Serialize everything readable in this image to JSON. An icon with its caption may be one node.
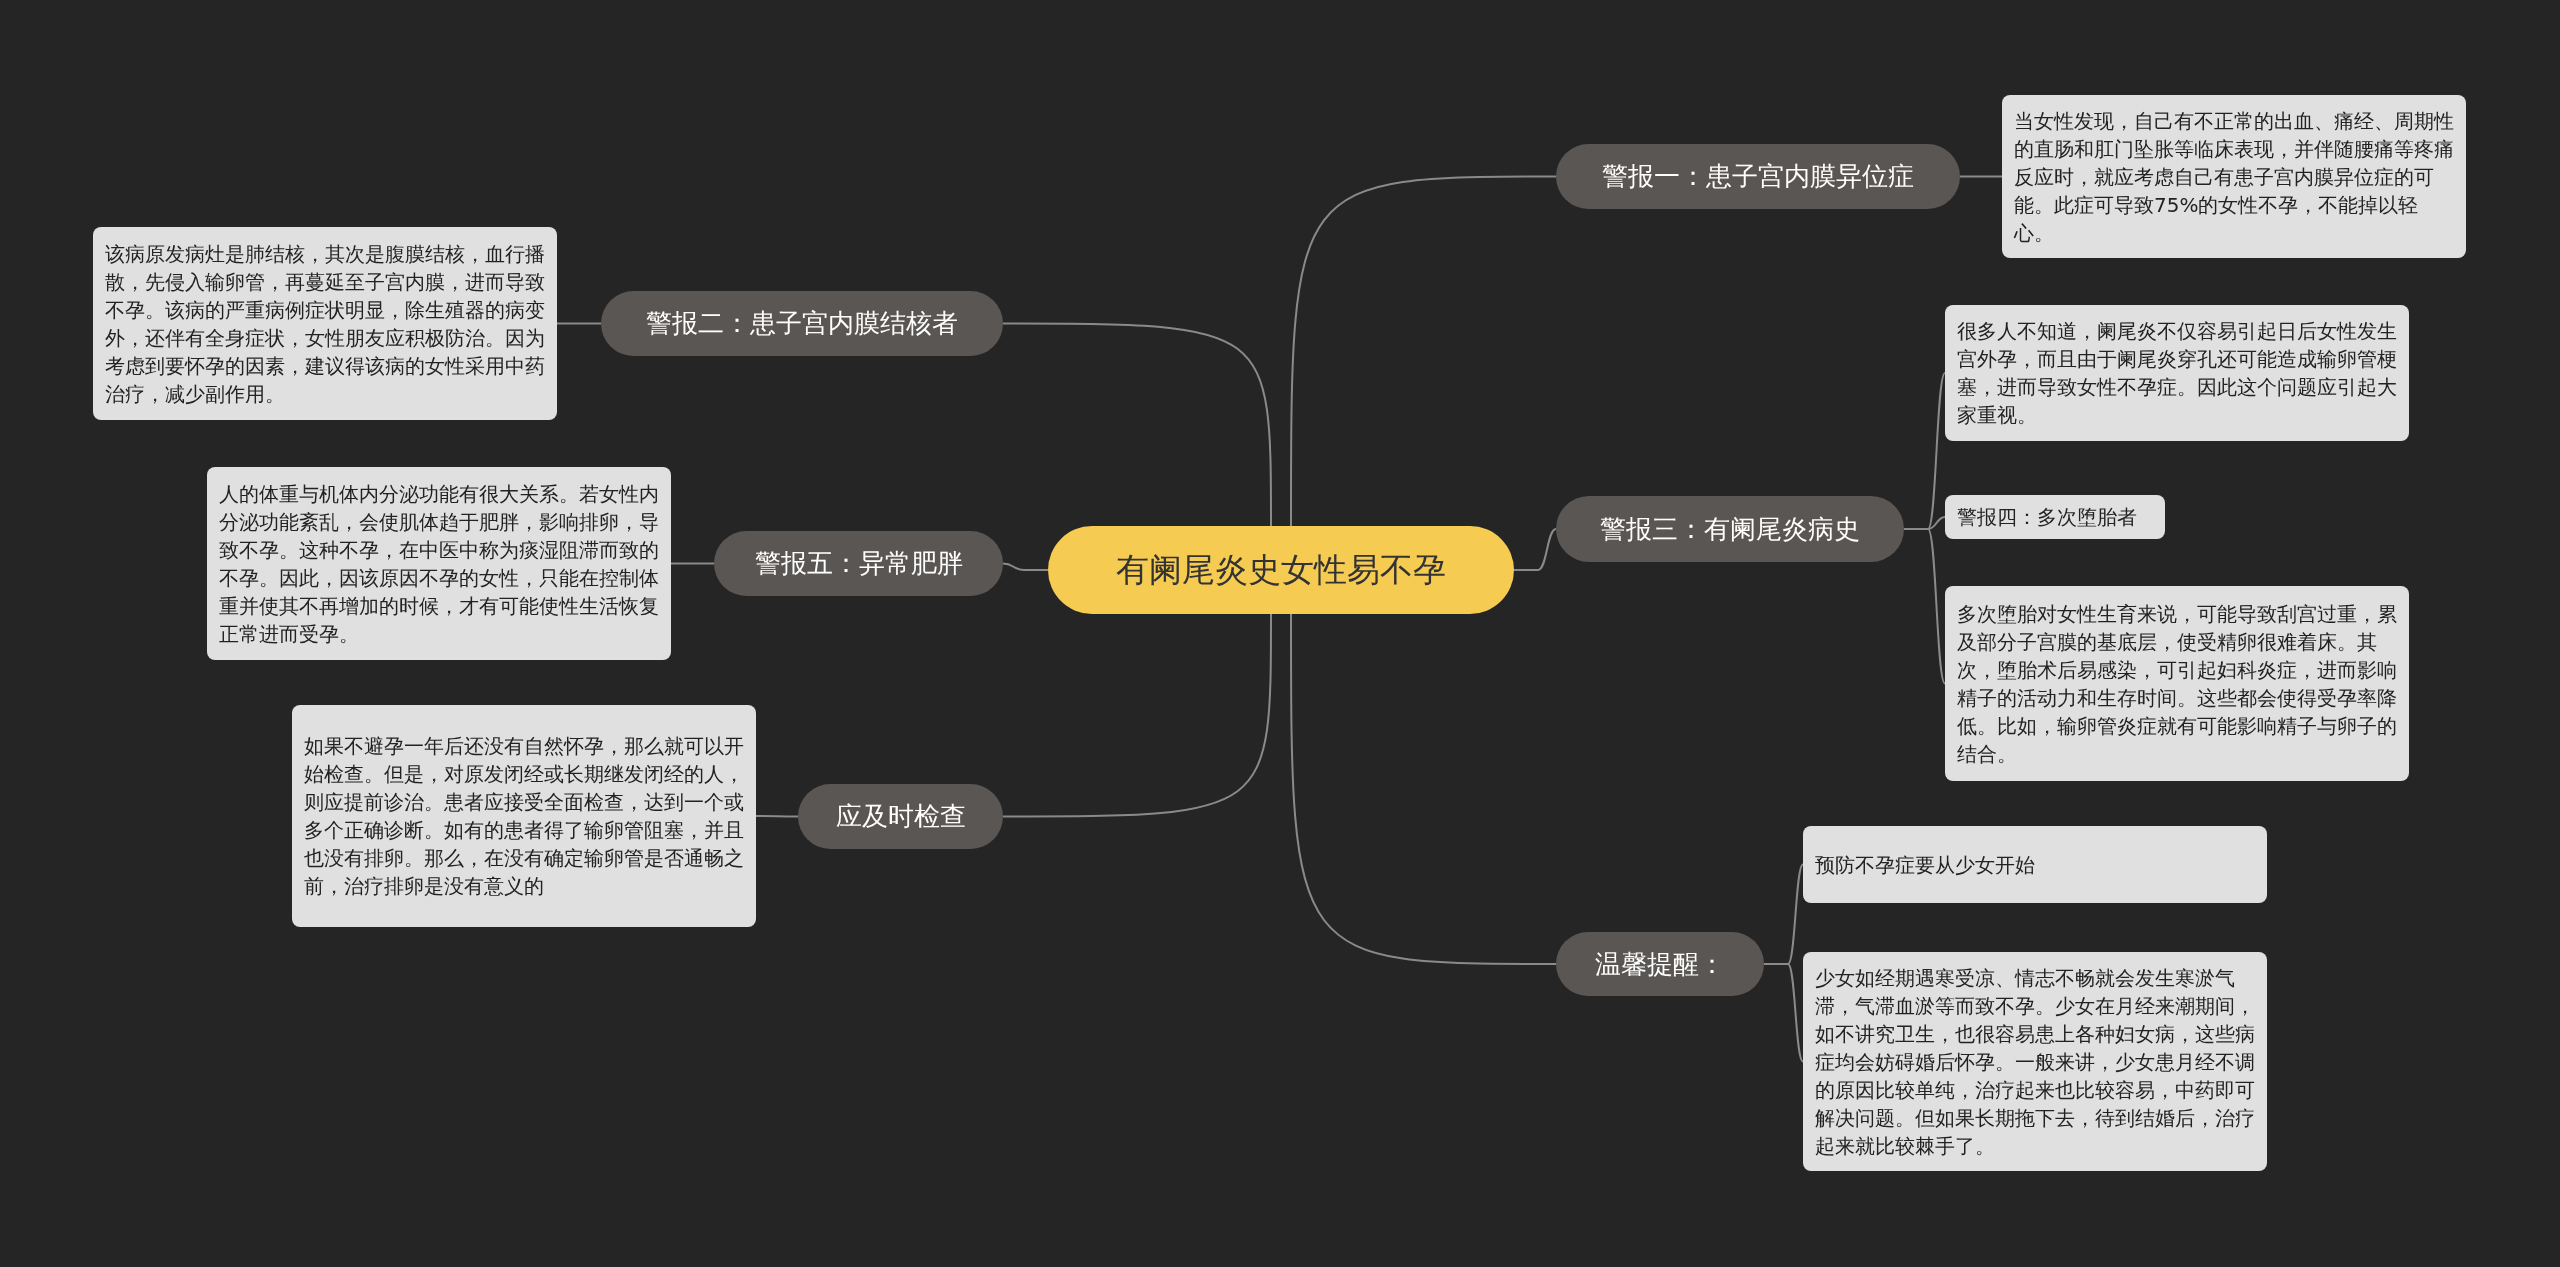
{
  "diagram": {
    "nodes": [
      {
        "text": [
          "有阑尾炎史女性易不孕"
        ]
      },
      {
        "text": [
          "警报一：患子宫内膜异位症"
        ]
      },
      {
        "text": [
          "当女性发现，自己有不正常的出血、痛经、周期性的直肠和肛门坠胀等临床表现，并伴随腰痛等疼痛反应时，就应考虑自己有患子宫内膜异位症的可能。此症可导致75%的女性不孕，不能掉以轻心。"
        ]
      },
      {
        "text": [
          "警报二：患子宫内膜结核者"
        ]
      },
      {
        "text": [
          "该病原发病灶是肺结核，其次是腹膜结核，血行播散，先侵入输卵管，再蔓延至子宫内膜，进而导致不孕。该病的严重病例症状明显，除生殖器的病变外，还伴有全身症状，女性朋友应积极防治。因为考虑到要怀孕的因素，建议得该病的女性采用中药治疗，减少副作用。"
        ]
      },
      {
        "text": [
          "警报三：有阑尾炎病史"
        ]
      },
      {
        "text": [
          "很多人不知道，阑尾炎不仅容易引起日后女性发生宫外孕，而且由于阑尾炎穿孔还可能造成输卵管梗塞，进而导致女性不孕症。因此这个问题应引起大家重视。"
        ]
      },
      {
        "text": [
          "警报四：多次堕胎者"
        ]
      },
      {
        "text": [
          "多次堕胎对女性生育来说，可能导致刮宫过重，累及部分子宫膜的基底层，使受精卵很难着床。其次，堕胎术后易感染，可引起妇科炎症，进而影响精子的活动力和生存时间。这些都会使得受孕率降低。比如，输卵管炎症就有可能影响精子与卵子的结合。"
        ]
      },
      {
        "text": [
          "警报五：异常肥胖"
        ]
      },
      {
        "text": [
          "人的体重与机体内分泌功能有很大关系。若女性内分泌功能紊乱，会使肌体趋于肥胖，影响排卵，导致不孕。这种不孕，在中医中称为痰湿阻滞而致的不孕。因此，因该原因不孕的女性，只能在控制体重并使其不再增加的时候，才有可能使性生活恢复正常进而受孕。"
        ]
      },
      {
        "text": [
          "应及时检查"
        ]
      },
      {
        "text": [
          "如果不避孕一年后还没有自然怀孕，那么就可以开始检查。但是，对原发闭经或长期继发闭经的人，则应提前诊治。患者应接受全面检查，达到一个或多个正确诊断。如有的患者得了输卵管阻塞，并且也没有排卵。那么，在没有确定输卵管是否通畅之前，治疗排卵是没有意义的"
        ]
      },
      {
        "text": [
          "温馨提醒："
        ]
      },
      {
        "text": [
          "预防不孕症要从少女开始"
        ]
      },
      {
        "text": [
          "少女如经期遇寒受凉、情志不畅就会发生寒淤气滞，气滞血淤等而致不孕。少女在月经来潮期间，如不讲究卫生，也很容易患上各种妇女病，这些病症均会妨碍婚后怀孕。一般来讲，少女患月经不调的原因比较单纯，治疗起来也比较容易，中药即可解决问题。但如果长期拖下去，待到结婚后，治疗起来就比较棘手了。"
        ]
      }
    ],
    "edges": [
      {
        "from": 0,
        "to": 1,
        "arrow": "none"
      },
      {
        "from": 1,
        "to": 2,
        "arrow": "none"
      },
      {
        "from": 0,
        "to": 3,
        "arrow": "none"
      },
      {
        "from": 3,
        "to": 4,
        "arrow": "none"
      },
      {
        "from": 0,
        "to": 5,
        "arrow": "none"
      },
      {
        "from": 5,
        "to": 6,
        "arrow": "none"
      },
      {
        "from": 5,
        "to": 7,
        "arrow": "none"
      },
      {
        "from": 5,
        "to": 8,
        "arrow": "none"
      },
      {
        "from": 0,
        "to": 9,
        "arrow": "none"
      },
      {
        "from": 9,
        "to": 10,
        "arrow": "none"
      },
      {
        "from": 0,
        "to": 11,
        "arrow": "none"
      },
      {
        "from": 11,
        "to": 12,
        "arrow": "none"
      },
      {
        "from": 0,
        "to": 13,
        "arrow": "none"
      },
      {
        "from": 13,
        "to": 14,
        "arrow": "none"
      },
      {
        "from": 13,
        "to": 15,
        "arrow": "none"
      }
    ]
  }
}
